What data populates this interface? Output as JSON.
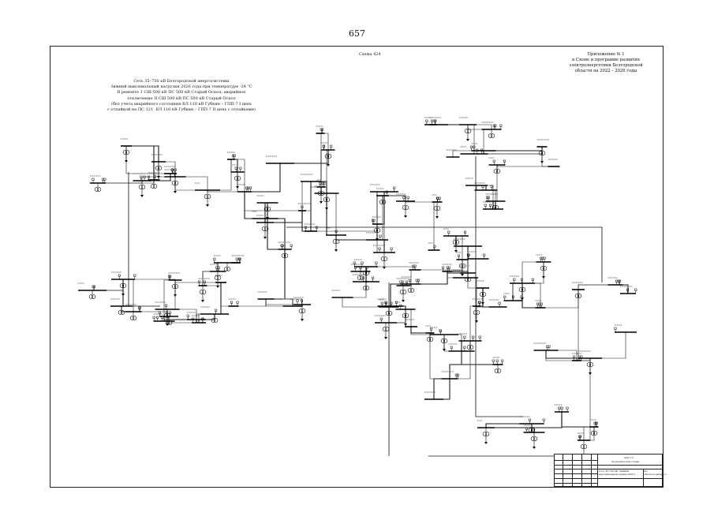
{
  "page_number": "657",
  "scheme_label": "Схема 424",
  "left_block": [
    "Сеть 35–750 кВ Белгородской энергосистемы",
    "Зимний максимальный нагрузки 2026 года при температуре -24 °С",
    "В ремонте 1 СШ-500 кВ ПС 500 кВ Старый Оскол, аварийное",
    "отключение II СШ 500 кВ ПС 500 кВ Старый Оскол",
    "(без учета аварийного состояния ВЛ 110 кВ Губкин – ГПП-7 I цепь",
    "с отпайкой на ПС 121, ВЛ 110 кВ Губкин – ГПП-7 II цепь с отпайками)"
  ],
  "right_block": [
    "Приложение № 1",
    "к Схеме и программе развития",
    "электроэнергетики Белгородской",
    "области на 2022 – 2026 годы"
  ],
  "stamp": {
    "code": "424-7-С",
    "title": "Электрические схемы",
    "description": "Сеть 35-750 кВ. Зимний максимальный режим 2026 г.",
    "organization": "АО «Белгородэнерго»"
  }
}
